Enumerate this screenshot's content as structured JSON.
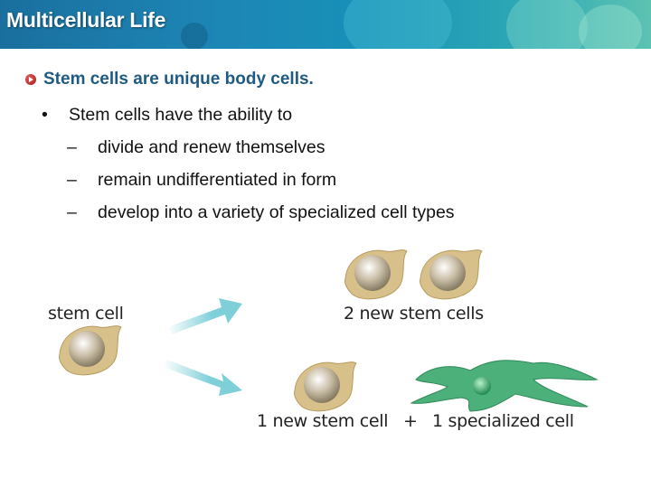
{
  "header": {
    "title": "Multicellular Life"
  },
  "headline": {
    "text": "Stem cells are unique body cells.",
    "icon": "play-bullet-icon"
  },
  "bullets": {
    "main": "Stem cells have the ability to",
    "subs": [
      "divide and renew themselves",
      "remain undifferentiated in form",
      "develop into a variety of specialized cell types"
    ],
    "dash": "–",
    "dot": "•"
  },
  "diagram": {
    "stem_cell_label": "stem cell",
    "two_new_label": "2 new stem cells",
    "one_new_label": "1 new stem cell",
    "plus": "+",
    "specialized_label": "1 specialized cell",
    "colors": {
      "arrow": "#7fcfd9",
      "stem_cell": "#d8c08a",
      "specialized_cell": "#4cb07a"
    }
  }
}
